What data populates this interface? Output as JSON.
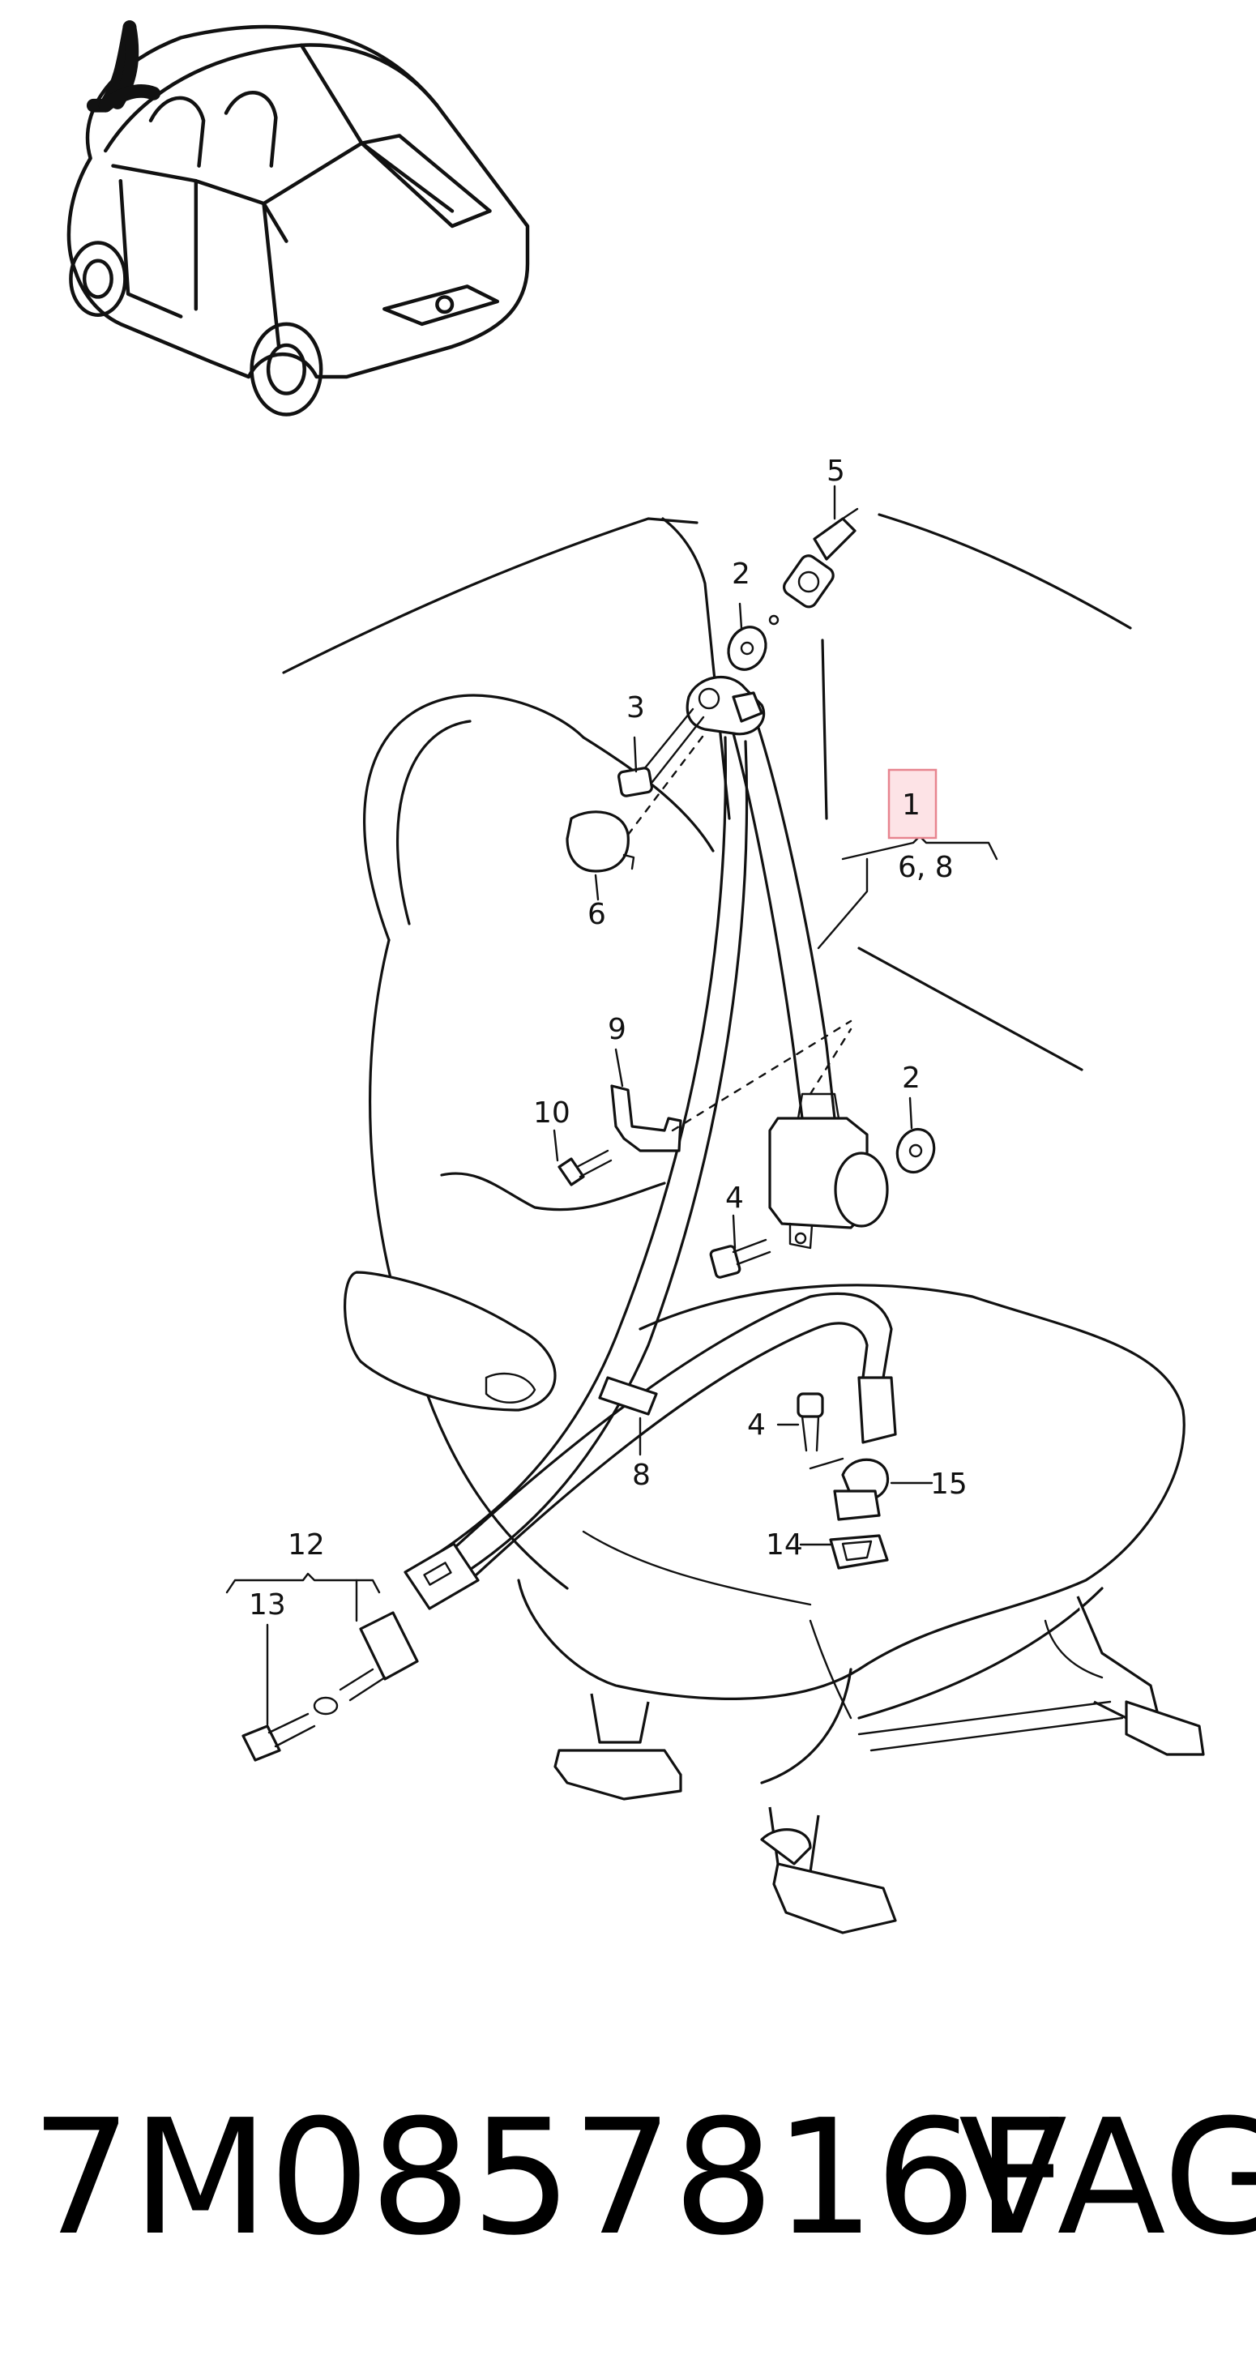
{
  "callouts": {
    "c1": "1",
    "c1_sub": "6,  8",
    "c2a": "2",
    "c2b": "2",
    "c3": "3",
    "c4a": "4",
    "c4b": "4",
    "c5": "5",
    "c6": "6",
    "c8": "8",
    "c9": "9",
    "c10": "10",
    "c12": "12",
    "c13": "13",
    "c14": "14",
    "c15": "15"
  },
  "footer": {
    "part_number": "7M0857816F",
    "brand": "VAG"
  },
  "colors": {
    "line": "#111111",
    "highlight_fill": "#fde3e6",
    "highlight_stroke": "#e7848f",
    "background": "#ffffff"
  }
}
